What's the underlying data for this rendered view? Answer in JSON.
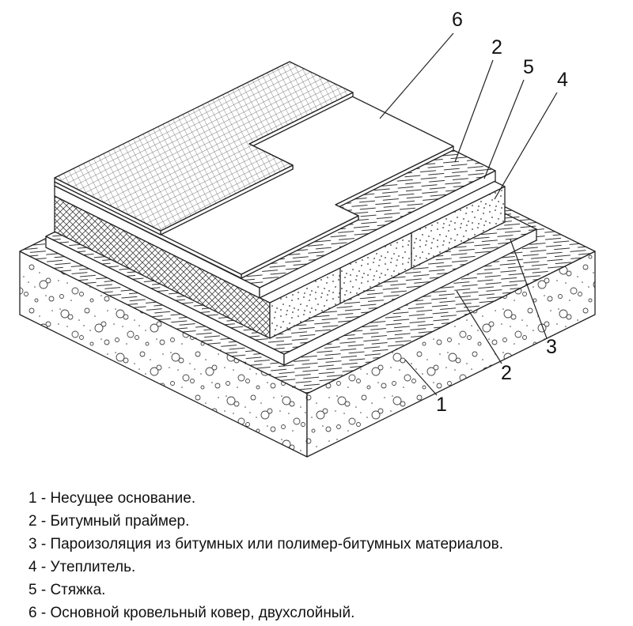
{
  "diagram": {
    "title": "Flat roof layered construction (isometric cutaway)",
    "callouts": [
      {
        "id": "c6",
        "label": "6",
        "target": "roof-carpet"
      },
      {
        "id": "c2top",
        "label": "2",
        "target": "bitumen-primer-on-screed"
      },
      {
        "id": "c5",
        "label": "5",
        "target": "screed-edge"
      },
      {
        "id": "c4",
        "label": "4",
        "target": "insulation-edge"
      },
      {
        "id": "c3",
        "label": "3",
        "target": "vapor-barrier-surface"
      },
      {
        "id": "c2bottom",
        "label": "2",
        "target": "bitumen-primer-on-slab"
      },
      {
        "id": "c1",
        "label": "1",
        "target": "load-bearing-slab"
      }
    ],
    "layers": [
      "load-bearing-slab",
      "bitumen-primer",
      "vapor-barrier",
      "insulation",
      "screed",
      "roof-carpet-two-layer"
    ]
  },
  "legend": {
    "items": [
      "1 - Несущее основание.",
      "2 - Битумный праймер.",
      "3 - Пароизоляция из битумных или полимер-битумных материалов.",
      "4 - Утеплитель.",
      "5 - Стяжка.",
      "6 - Основной кровельный ковер, двухслойный."
    ]
  },
  "colors": {
    "line": "#222222",
    "hatch": "#333333",
    "background": "#ffffff"
  }
}
